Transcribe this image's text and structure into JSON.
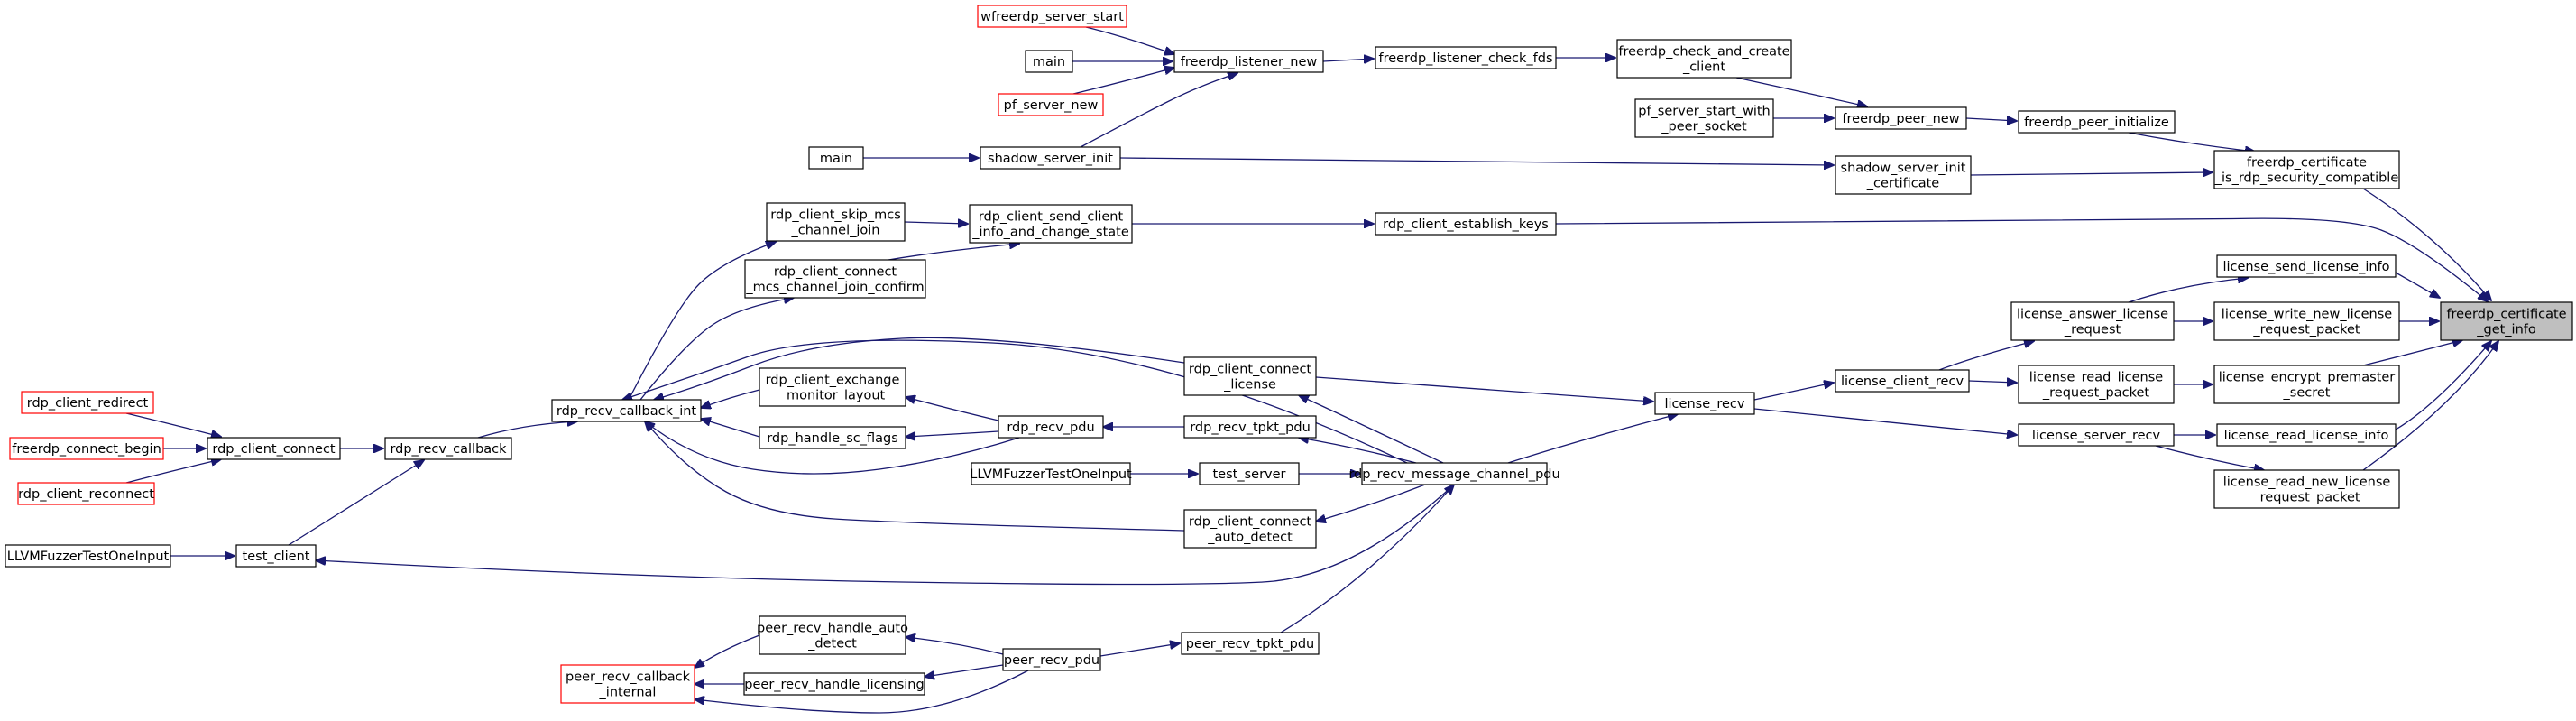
{
  "graph": {
    "title": "",
    "colors": {
      "edge": "#191970",
      "node_border": "#000000",
      "truncated_border": "#ff0000",
      "root_fill": "#bfbfbf",
      "background": "#ffffff"
    },
    "nodes": [
      {
        "id": "wfreerdp_server_start",
        "lines": [
          "wfreerdp_server_start"
        ],
        "style": "truncated"
      },
      {
        "id": "main1",
        "lines": [
          "main"
        ],
        "style": "normal"
      },
      {
        "id": "pf_server_new",
        "lines": [
          "pf_server_new"
        ],
        "style": "truncated"
      },
      {
        "id": "freerdp_listener_new",
        "lines": [
          "freerdp_listener_new"
        ],
        "style": "normal"
      },
      {
        "id": "freerdp_listener_check_fds",
        "lines": [
          "freerdp_listener_check_fds"
        ],
        "style": "normal"
      },
      {
        "id": "freerdp_check_and_create_client",
        "lines": [
          "freerdp_check_and_create",
          "_client"
        ],
        "style": "normal"
      },
      {
        "id": "pf_server_start_with_peer_socket",
        "lines": [
          "pf_server_start_with",
          "_peer_socket"
        ],
        "style": "normal"
      },
      {
        "id": "freerdp_peer_new",
        "lines": [
          "freerdp_peer_new"
        ],
        "style": "normal"
      },
      {
        "id": "freerdp_peer_initialize",
        "lines": [
          "freerdp_peer_initialize"
        ],
        "style": "normal"
      },
      {
        "id": "main2",
        "lines": [
          "main"
        ],
        "style": "normal"
      },
      {
        "id": "shadow_server_init",
        "lines": [
          "shadow_server_init"
        ],
        "style": "normal"
      },
      {
        "id": "shadow_server_init_certificate",
        "lines": [
          "shadow_server_init",
          "_certificate"
        ],
        "style": "normal"
      },
      {
        "id": "freerdp_certificate_is_rdp_security_compatible",
        "lines": [
          "freerdp_certificate",
          "_is_rdp_security_compatible"
        ],
        "style": "normal"
      },
      {
        "id": "freerdp_certificate_get_info",
        "lines": [
          "freerdp_certificate",
          "_get_info"
        ],
        "style": "root"
      },
      {
        "id": "rdp_client_skip_mcs_channel_join",
        "lines": [
          "rdp_client_skip_mcs",
          "_channel_join"
        ],
        "style": "normal"
      },
      {
        "id": "rdp_client_send_client_info_and_change_state",
        "lines": [
          "rdp_client_send_client",
          "_info_and_change_state"
        ],
        "style": "normal"
      },
      {
        "id": "rdp_client_establish_keys",
        "lines": [
          "rdp_client_establish_keys"
        ],
        "style": "normal"
      },
      {
        "id": "rdp_client_connect_mcs_channel_join_confirm",
        "lines": [
          "rdp_client_connect",
          "_mcs_channel_join_confirm"
        ],
        "style": "normal"
      },
      {
        "id": "license_send_license_info",
        "lines": [
          "license_send_license_info"
        ],
        "style": "normal"
      },
      {
        "id": "license_answer_license_request",
        "lines": [
          "license_answer_license",
          "_request"
        ],
        "style": "normal"
      },
      {
        "id": "license_write_new_license_request_packet",
        "lines": [
          "license_write_new_license",
          "_request_packet"
        ],
        "style": "normal"
      },
      {
        "id": "rdp_client_redirect",
        "lines": [
          "rdp_client_redirect"
        ],
        "style": "truncated"
      },
      {
        "id": "freerdp_connect_begin",
        "lines": [
          "freerdp_connect_begin"
        ],
        "style": "truncated"
      },
      {
        "id": "rdp_client_reconnect",
        "lines": [
          "rdp_client_reconnect"
        ],
        "style": "truncated"
      },
      {
        "id": "rdp_client_connect",
        "lines": [
          "rdp_client_connect"
        ],
        "style": "normal"
      },
      {
        "id": "rdp_recv_callback",
        "lines": [
          "rdp_recv_callback"
        ],
        "style": "normal"
      },
      {
        "id": "rdp_recv_callback_int",
        "lines": [
          "rdp_recv_callback_int"
        ],
        "style": "normal"
      },
      {
        "id": "rdp_client_exchange_monitor_layout",
        "lines": [
          "rdp_client_exchange",
          "_monitor_layout"
        ],
        "style": "normal"
      },
      {
        "id": "rdp_handle_sc_flags",
        "lines": [
          "rdp_handle_sc_flags"
        ],
        "style": "normal"
      },
      {
        "id": "rdp_recv_pdu",
        "lines": [
          "rdp_recv_pdu"
        ],
        "style": "normal"
      },
      {
        "id": "rdp_client_connect_license",
        "lines": [
          "rdp_client_connect",
          "_license"
        ],
        "style": "normal"
      },
      {
        "id": "rdp_recv_tpkt_pdu",
        "lines": [
          "rdp_recv_tpkt_pdu"
        ],
        "style": "normal"
      },
      {
        "id": "license_recv",
        "lines": [
          "license_recv"
        ],
        "style": "normal"
      },
      {
        "id": "license_client_recv",
        "lines": [
          "license_client_recv"
        ],
        "style": "normal"
      },
      {
        "id": "license_read_license_request_packet",
        "lines": [
          "license_read_license",
          "_request_packet"
        ],
        "style": "normal"
      },
      {
        "id": "license_encrypt_premaster_secret",
        "lines": [
          "license_encrypt_premaster",
          "_secret"
        ],
        "style": "normal"
      },
      {
        "id": "LLVMFuzzerTestOneInput1",
        "lines": [
          "LLVMFuzzerTestOneInput"
        ],
        "style": "normal"
      },
      {
        "id": "test_server",
        "lines": [
          "test_server"
        ],
        "style": "normal"
      },
      {
        "id": "rdp_recv_message_channel_pdu",
        "lines": [
          "rdp_recv_message_channel_pdu"
        ],
        "style": "normal"
      },
      {
        "id": "license_server_recv",
        "lines": [
          "license_server_recv"
        ],
        "style": "normal"
      },
      {
        "id": "license_read_license_info",
        "lines": [
          "license_read_license_info"
        ],
        "style": "normal"
      },
      {
        "id": "license_read_new_license_request_packet",
        "lines": [
          "license_read_new_license",
          "_request_packet"
        ],
        "style": "normal"
      },
      {
        "id": "rdp_client_connect_auto_detect",
        "lines": [
          "rdp_client_connect",
          "_auto_detect"
        ],
        "style": "normal"
      },
      {
        "id": "LLVMFuzzerTestOneInput2",
        "lines": [
          "LLVMFuzzerTestOneInput"
        ],
        "style": "normal"
      },
      {
        "id": "test_client",
        "lines": [
          "test_client"
        ],
        "style": "normal"
      },
      {
        "id": "peer_recv_handle_auto_detect",
        "lines": [
          "peer_recv_handle_auto",
          "_detect"
        ],
        "style": "normal"
      },
      {
        "id": "peer_recv_callback_internal",
        "lines": [
          "peer_recv_callback",
          "_internal"
        ],
        "style": "truncated"
      },
      {
        "id": "peer_recv_handle_licensing",
        "lines": [
          "peer_recv_handle_licensing"
        ],
        "style": "normal"
      },
      {
        "id": "peer_recv_pdu",
        "lines": [
          "peer_recv_pdu"
        ],
        "style": "normal"
      },
      {
        "id": "peer_recv_tpkt_pdu",
        "lines": [
          "peer_recv_tpkt_pdu"
        ],
        "style": "normal"
      }
    ],
    "edges": [
      {
        "from": "wfreerdp_server_start",
        "to": "freerdp_listener_new"
      },
      {
        "from": "main1",
        "to": "freerdp_listener_new"
      },
      {
        "from": "pf_server_new",
        "to": "freerdp_listener_new"
      },
      {
        "from": "shadow_server_init",
        "to": "freerdp_listener_new"
      },
      {
        "from": "freerdp_listener_new",
        "to": "freerdp_listener_check_fds"
      },
      {
        "from": "freerdp_listener_check_fds",
        "to": "freerdp_check_and_create_client"
      },
      {
        "from": "freerdp_check_and_create_client",
        "to": "freerdp_peer_new"
      },
      {
        "from": "pf_server_start_with_peer_socket",
        "to": "freerdp_peer_new"
      },
      {
        "from": "freerdp_peer_new",
        "to": "freerdp_peer_initialize"
      },
      {
        "from": "freerdp_peer_initialize",
        "to": "freerdp_certificate_is_rdp_security_compatible"
      },
      {
        "from": "main2",
        "to": "shadow_server_init"
      },
      {
        "from": "shadow_server_init",
        "to": "shadow_server_init_certificate"
      },
      {
        "from": "shadow_server_init_certificate",
        "to": "freerdp_certificate_is_rdp_security_compatible"
      },
      {
        "from": "freerdp_certificate_is_rdp_security_compatible",
        "to": "freerdp_certificate_get_info"
      },
      {
        "from": "rdp_recv_callback_int",
        "to": "rdp_client_skip_mcs_channel_join"
      },
      {
        "from": "rdp_client_skip_mcs_channel_join",
        "to": "rdp_client_send_client_info_and_change_state"
      },
      {
        "from": "rdp_client_connect_mcs_channel_join_confirm",
        "to": "rdp_client_send_client_info_and_change_state"
      },
      {
        "from": "rdp_client_send_client_info_and_change_state",
        "to": "rdp_client_establish_keys"
      },
      {
        "from": "rdp_client_establish_keys",
        "to": "freerdp_certificate_get_info"
      },
      {
        "from": "rdp_recv_callback_int",
        "to": "rdp_client_connect_mcs_channel_join_confirm"
      },
      {
        "from": "license_answer_license_request",
        "to": "license_send_license_info"
      },
      {
        "from": "license_send_license_info",
        "to": "freerdp_certificate_get_info"
      },
      {
        "from": "license_answer_license_request",
        "to": "license_write_new_license_request_packet"
      },
      {
        "from": "license_write_new_license_request_packet",
        "to": "freerdp_certificate_get_info"
      },
      {
        "from": "license_client_recv",
        "to": "license_answer_license_request"
      },
      {
        "from": "rdp_client_redirect",
        "to": "rdp_client_connect"
      },
      {
        "from": "freerdp_connect_begin",
        "to": "rdp_client_connect"
      },
      {
        "from": "rdp_client_reconnect",
        "to": "rdp_client_connect"
      },
      {
        "from": "rdp_client_connect",
        "to": "rdp_recv_callback"
      },
      {
        "from": "rdp_recv_callback",
        "to": "rdp_recv_callback_int"
      },
      {
        "from": "test_client",
        "to": "rdp_recv_callback"
      },
      {
        "from": "rdp_recv_pdu",
        "to": "rdp_client_exchange_monitor_layout"
      },
      {
        "from": "rdp_client_exchange_monitor_layout",
        "to": "rdp_recv_callback_int"
      },
      {
        "from": "rdp_recv_pdu",
        "to": "rdp_handle_sc_flags"
      },
      {
        "from": "rdp_handle_sc_flags",
        "to": "rdp_recv_callback_int"
      },
      {
        "from": "rdp_recv_pdu",
        "to": "rdp_recv_callback_int"
      },
      {
        "from": "rdp_client_connect_license",
        "to": "rdp_recv_callback_int"
      },
      {
        "from": "rdp_client_connect_auto_detect",
        "to": "rdp_recv_callback_int"
      },
      {
        "from": "rdp_recv_message_channel_pdu",
        "to": "rdp_recv_callback_int"
      },
      {
        "from": "rdp_recv_tpkt_pdu",
        "to": "rdp_recv_pdu"
      },
      {
        "from": "rdp_recv_message_channel_pdu",
        "to": "rdp_recv_tpkt_pdu"
      },
      {
        "from": "rdp_recv_message_channel_pdu",
        "to": "rdp_client_connect_license"
      },
      {
        "from": "rdp_client_connect_license",
        "to": "license_recv"
      },
      {
        "from": "rdp_recv_message_channel_pdu",
        "to": "license_recv"
      },
      {
        "from": "license_recv",
        "to": "license_client_recv"
      },
      {
        "from": "license_recv",
        "to": "license_server_recv"
      },
      {
        "from": "license_client_recv",
        "to": "license_read_license_request_packet"
      },
      {
        "from": "license_read_license_request_packet",
        "to": "license_encrypt_premaster_secret"
      },
      {
        "from": "license_encrypt_premaster_secret",
        "to": "freerdp_certificate_get_info"
      },
      {
        "from": "LLVMFuzzerTestOneInput1",
        "to": "test_server"
      },
      {
        "from": "test_server",
        "to": "rdp_recv_message_channel_pdu"
      },
      {
        "from": "license_server_recv",
        "to": "license_read_license_info"
      },
      {
        "from": "license_read_license_info",
        "to": "freerdp_certificate_get_info"
      },
      {
        "from": "license_server_recv",
        "to": "license_read_new_license_request_packet"
      },
      {
        "from": "license_read_new_license_request_packet",
        "to": "freerdp_certificate_get_info"
      },
      {
        "from": "rdp_recv_message_channel_pdu",
        "to": "rdp_client_connect_auto_detect"
      },
      {
        "from": "LLVMFuzzerTestOneInput2",
        "to": "test_client"
      },
      {
        "from": "rdp_recv_message_channel_pdu",
        "to": "test_client"
      },
      {
        "from": "peer_recv_tpkt_pdu",
        "to": "rdp_recv_message_channel_pdu"
      },
      {
        "from": "peer_recv_pdu",
        "to": "peer_recv_tpkt_pdu"
      },
      {
        "from": "peer_recv_pdu",
        "to": "peer_recv_handle_auto_detect"
      },
      {
        "from": "peer_recv_handle_auto_detect",
        "to": "peer_recv_callback_internal"
      },
      {
        "from": "peer_recv_pdu",
        "to": "peer_recv_handle_licensing"
      },
      {
        "from": "peer_recv_handle_licensing",
        "to": "peer_recv_callback_internal"
      },
      {
        "from": "peer_recv_pdu",
        "to": "peer_recv_callback_internal"
      }
    ]
  }
}
